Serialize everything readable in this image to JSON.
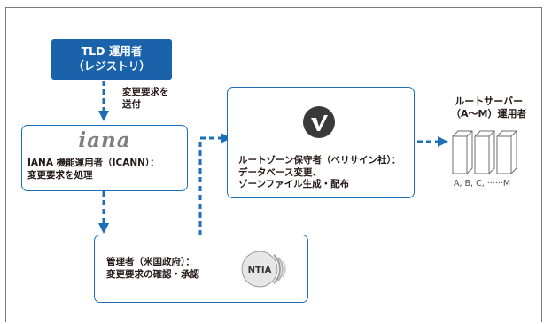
{
  "tld_operator": {
    "line1": "TLD 運用者",
    "line2": "（レジストリ）"
  },
  "change_request_note": {
    "line1": "変更要求を",
    "line2": "送付"
  },
  "iana": {
    "logo_text": "iana",
    "line1": "IANA 機能運用者（ICANN）：",
    "line2": "変更要求を処理"
  },
  "root_zone_maintainer": {
    "line1": "ルートゾーン保守者（ベリサイン社）：",
    "line2": "データベース変更、",
    "line3": "ゾーンファイル生成・配布"
  },
  "root_server_operators": {
    "title1": "ルートサーバー",
    "title2": "（A〜M）運用者",
    "servers_label": "A, B, C, ······M"
  },
  "administrator": {
    "line1": "管理者（米国政府）：",
    "line2": "変更要求の確認・承認",
    "logo_text": "NTIA"
  },
  "colors": {
    "accent": "#1c6fb6",
    "tld_fill": "#1a63ab",
    "text": "#231815"
  }
}
